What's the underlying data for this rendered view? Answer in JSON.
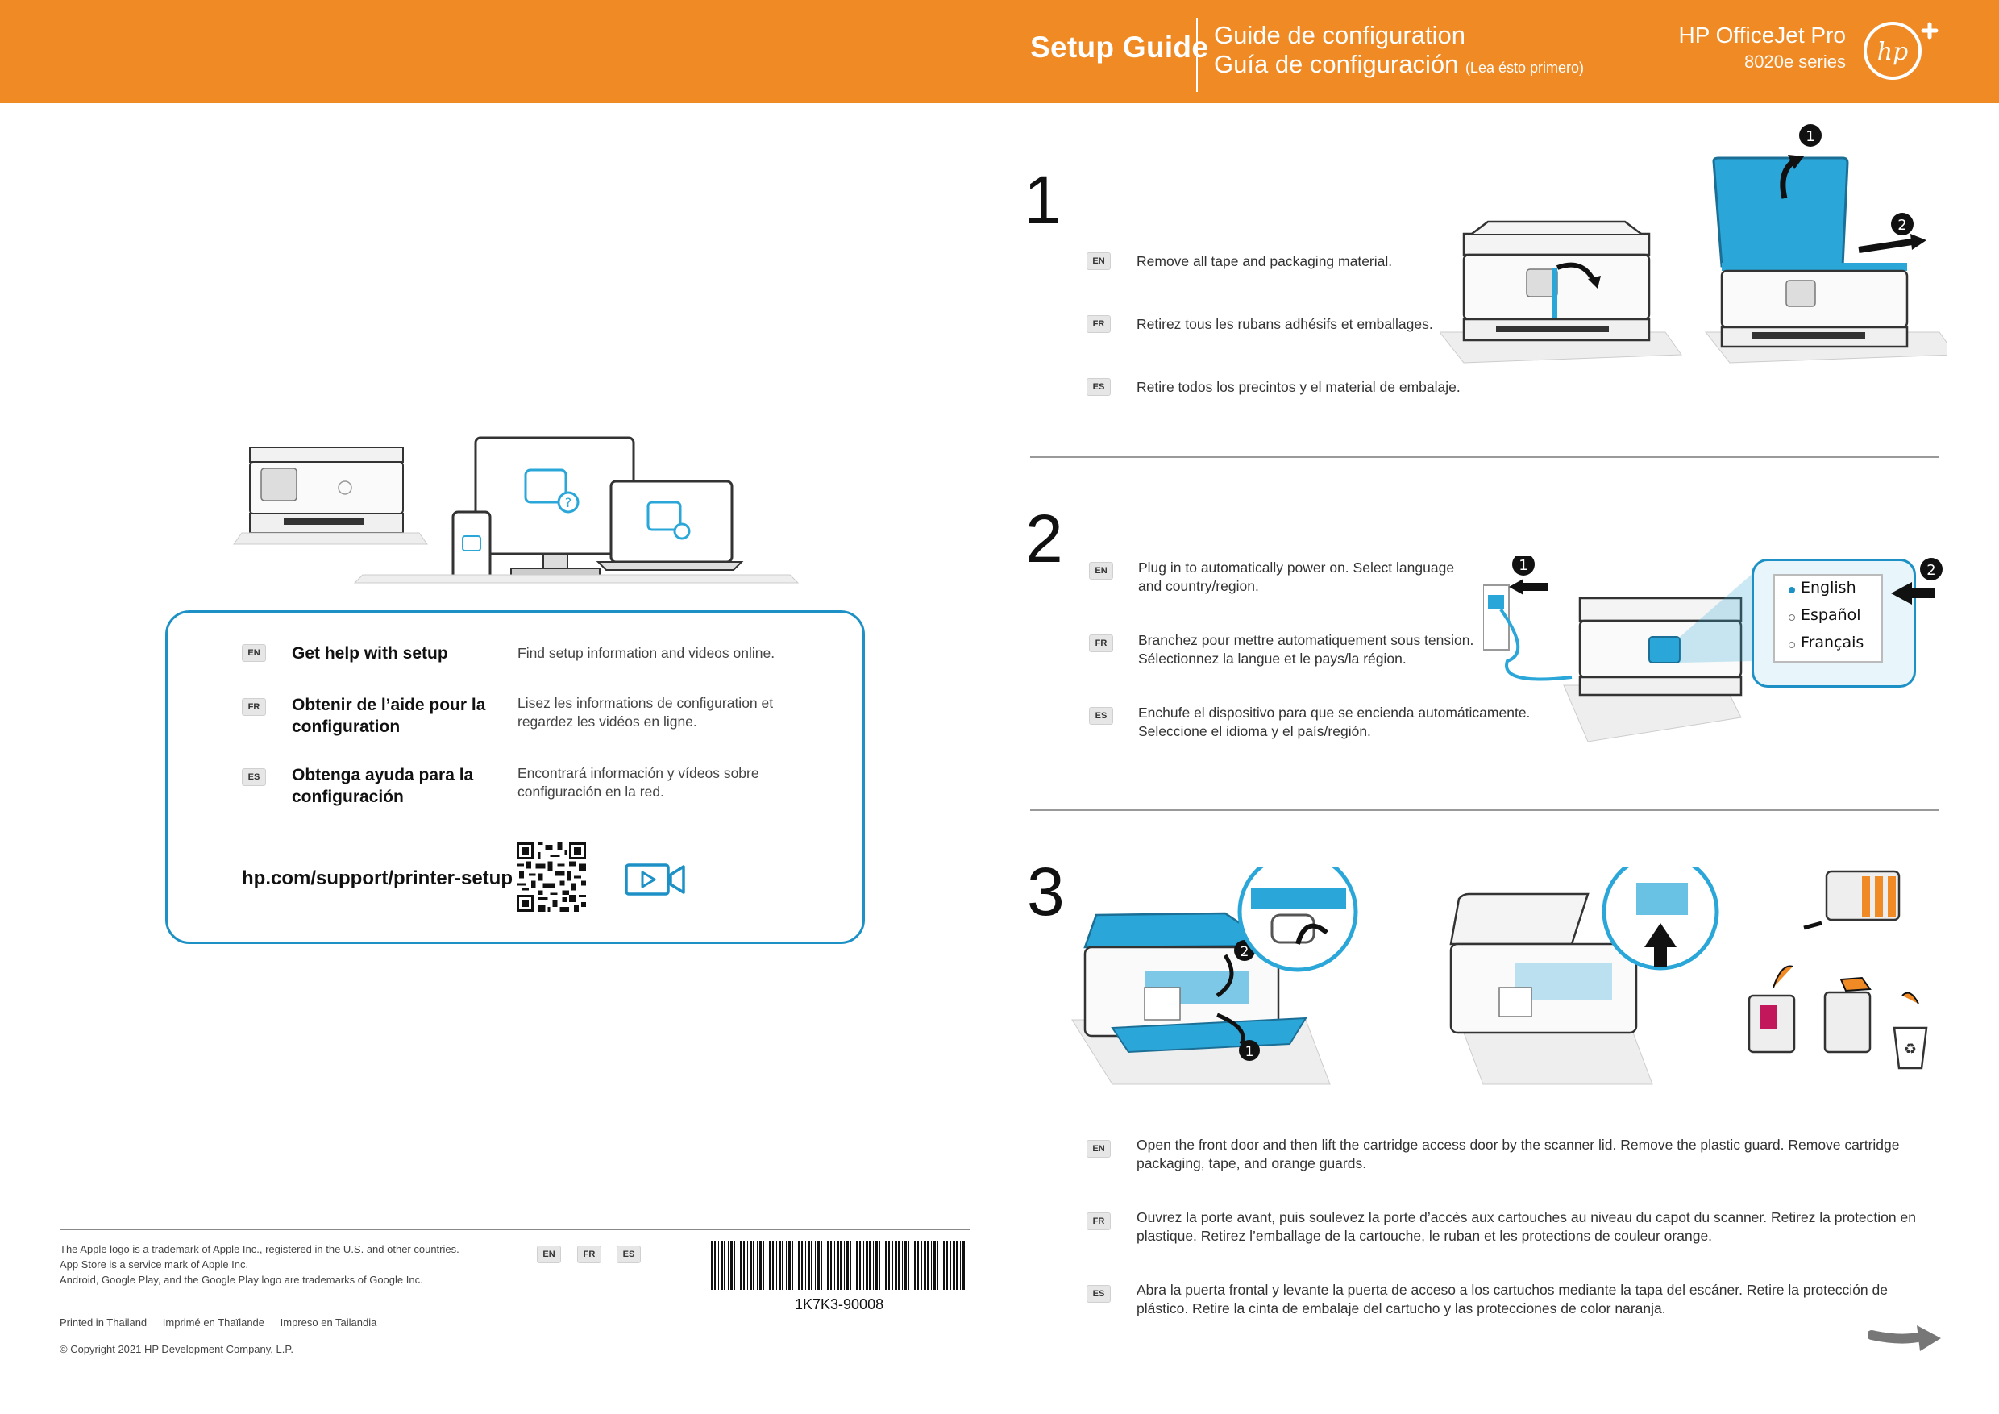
{
  "header": {
    "setup_guide": "Setup Guide",
    "guide_fr": "Guide de configuration",
    "guide_es": "Guía de configuración",
    "guide_es_note": "(Lea ésto primero)",
    "model_line1": "HP OfficeJet Pro",
    "model_line2": "8020e series",
    "logo_text": "hp+",
    "bar_color": "#f08a24"
  },
  "languages": [
    "EN",
    "FR",
    "ES"
  ],
  "help": {
    "items": [
      {
        "lang": "EN",
        "title": "Get help with setup",
        "desc": "Find setup information and videos online."
      },
      {
        "lang": "FR",
        "title": "Obtenir de l’aide pour la configuration",
        "desc": "Lisez les informations de configuration et regardez les vidéos en ligne."
      },
      {
        "lang": "ES",
        "title": "Obtenga ayuda para la configuración",
        "desc": "Encontrará información y vídeos sobre configuración en la red."
      }
    ],
    "url": "hp.com/support/printer-setup",
    "accent_color": "#1d91c6",
    "icons": [
      "qr-code-icon",
      "video-camera-icon"
    ]
  },
  "footer": {
    "trademark1": "The Apple logo is a trademark of Apple Inc., registered in the U.S. and other countries.",
    "trademark2": "App Store is a service mark of Apple Inc.",
    "trademark3": "Android, Google Play, and the Google Play logo are trademarks of Google Inc.",
    "printed_en": "Printed in Thailand",
    "printed_fr": "Imprimé en Thaïlande",
    "printed_es": "Impreso en Tailandia",
    "copyright": "© Copyright 2021 HP Development Company, L.P.",
    "part_number": "1K7K3-90008"
  },
  "steps": [
    {
      "number": "1",
      "en": "Remove all tape and packaging material.",
      "fr": "Retirez tous les rubans adhésifs et emballages.",
      "es": "Retire todos los precintos y el material de embalaje.",
      "callouts": [
        "1",
        "2"
      ]
    },
    {
      "number": "2",
      "en": "Plug in to automatically power on. Select language and country/region.",
      "fr": "Branchez pour mettre automatiquement sous tension. Sélectionnez la langue et le pays/la région.",
      "es": "Enchufe el dispositivo para que se encienda automáticamente. Seleccione el idioma y el país/región.",
      "callouts": [
        "1",
        "2"
      ],
      "language_options": [
        "English",
        "Español",
        "Français"
      ],
      "selected_language": "English"
    },
    {
      "number": "3",
      "en": "Open the front door and then lift the cartridge access door by the scanner lid. Remove the plastic guard. Remove cartridge packaging, tape, and orange guards.",
      "fr": "Ouvrez la porte avant, puis soulevez la porte d’accès aux cartouches au niveau du capot du scanner. Retirez la protection en plastique. Retirez l’emballage de la cartouche, le ruban et les protections de couleur orange.",
      "es": "Abra la puerta frontal y levante la  puerta de acceso a los cartuchos mediante la tapa del escáner. Retire la protección de plástico. Retire la cinta de embalaje del cartucho y las protecciones de color naranja.",
      "callouts": [
        "2",
        "1"
      ]
    }
  ]
}
